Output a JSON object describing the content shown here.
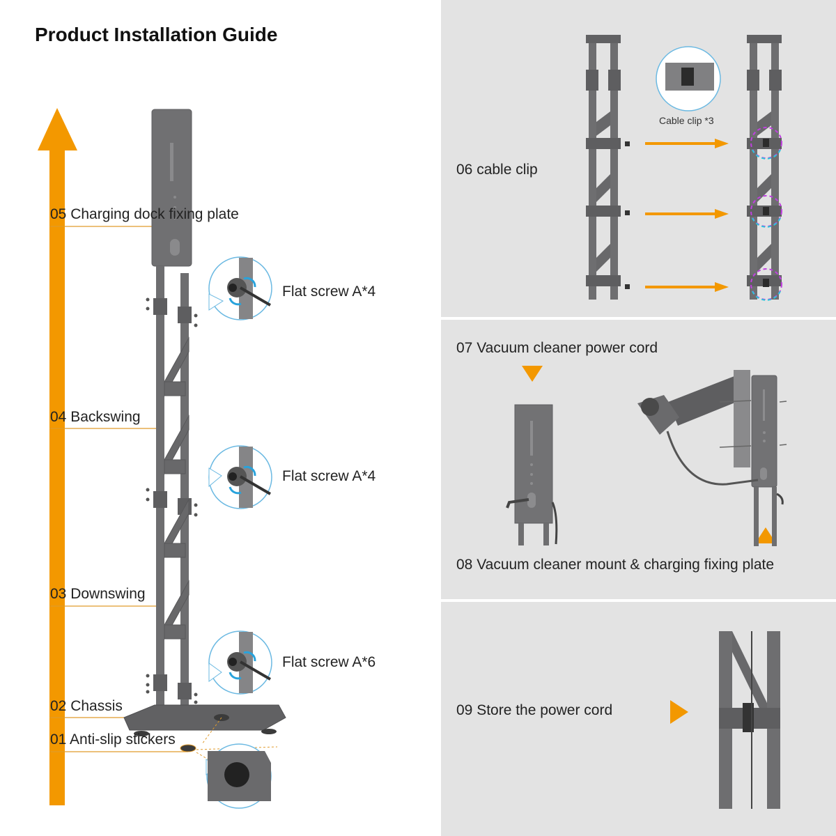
{
  "title": "Product Installation Guide",
  "left_labels": {
    "dock_plate": "05 Charging dock fixing plate",
    "backswing": "04 Backswing",
    "downswing": "03 Downswing",
    "chassis": "02 Chassis",
    "anti_slip": "01 Anti-slip stickers"
  },
  "screws": {
    "top": "Flat screw A*4",
    "middle": "Flat screw A*4",
    "bottom": "Flat screw A*6"
  },
  "steps": {
    "cable_clip": "06 cable clip",
    "cable_clip_count": "Cable clip *3",
    "power_cord": "07 Vacuum cleaner power cord",
    "mount_plate": "08 Vacuum cleaner mount & charging fixing plate",
    "store_cord": "09 Store the power cord"
  },
  "colors": {
    "accent_orange": "#f39800",
    "frame_gray": "#6e6e70",
    "panel_gray": "#e3e3e3",
    "detail_blue": "#29a3dc",
    "detail_magenta": "#c040e0"
  }
}
